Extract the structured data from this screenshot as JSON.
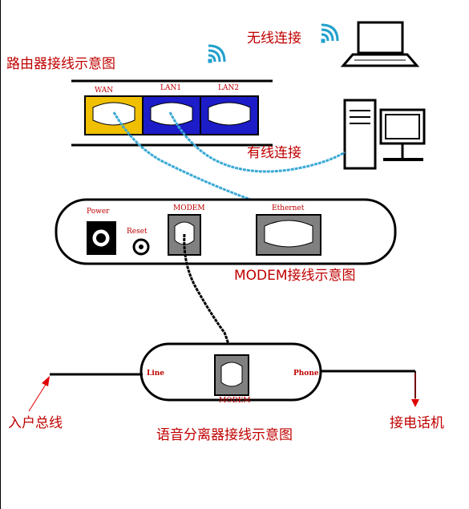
{
  "labels": {
    "wireless": "无线连接",
    "router_title": "路由器接线示意图",
    "wired": "有线连接",
    "modem_title": "MODEM接线示意图",
    "splitter_title": "语音分离器接线示意图",
    "incoming_line": "入户总线",
    "to_phone": "接电话机"
  },
  "router_ports": [
    "WAN",
    "LAN1",
    "LAN2"
  ],
  "modem_ports": {
    "power": "Power",
    "reset": "Reset",
    "modem": "MODEM",
    "ethernet": "Ethernet"
  },
  "splitter_ports": {
    "line": "Line",
    "modem": "MODEM",
    "phone": "Phone"
  },
  "colors": {
    "label_red": "#c00000",
    "router_blue": "#1c1cc8",
    "wan_yellow": "#f0c000",
    "cable_cyan": "#3aa9d6",
    "wifi_cyan": "#22a0cc"
  }
}
